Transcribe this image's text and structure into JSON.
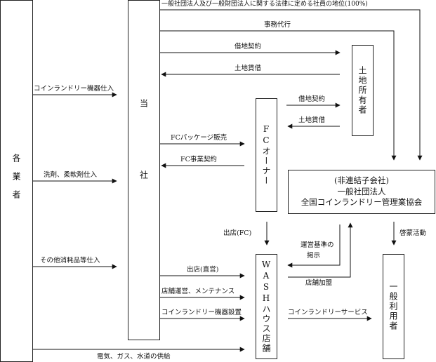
{
  "nodes": {
    "vendors": "各業者",
    "company": "当社",
    "landowner": "土地所有者",
    "fc_owner": "FCオーナー",
    "wash_house": "WASHハウス店舗",
    "users": "一般利用者",
    "association": {
      "line1": "(非連結子会社)",
      "line2": "一般社団法人",
      "line3": "全国コインランドリー管理業協会"
    }
  },
  "edges": {
    "member_status": "一般社団法人及び一般財団法人に関する法律に定める社員の地位(100%)",
    "admin_agency": "事務代行",
    "lease_contract_top": "借地契約",
    "land_rent_top": "土地賃借",
    "lease_contract_mid": "借地契約",
    "land_rent_mid": "土地賃借",
    "coin_laundry_purchase": "コインランドリー機器仕入",
    "fc_package_sales": "FCパッケージ販売",
    "fc_contract": "FC事業契約",
    "detergent_purchase": "洗剤、柔軟剤仕入",
    "fc_opening": "出店(FC)",
    "awareness": "啓蒙活動",
    "ops_standard_line1": "運営基準の",
    "ops_standard_line2": "掲示",
    "store_join": "店舗加盟",
    "consumables_purchase": "その他消耗品等仕入",
    "direct_opening": "出店(直営)",
    "store_ops": "店舗運営、メンテナンス",
    "equipment_install": "コインランドリー機器設置",
    "laundry_service": "コインランドリーサービス",
    "utilities": "電気、ガス、水道の供給"
  }
}
